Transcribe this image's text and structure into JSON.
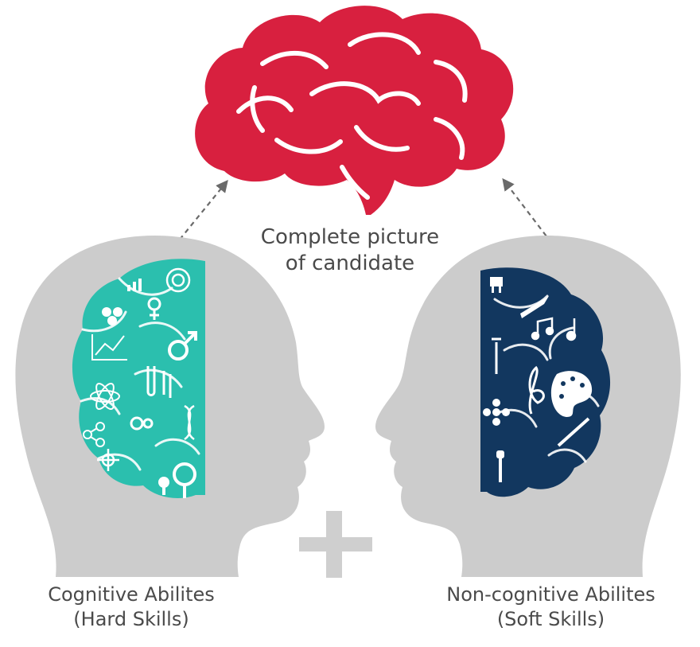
{
  "center_caption": {
    "line1": "Complete picture",
    "line2": "of candidate"
  },
  "left_caption": {
    "line1": "Cognitive Abilites",
    "line2": "(Hard Skills)"
  },
  "right_caption": {
    "line1": "Non-cognitive Abilites",
    "line2": "(Soft Skills)"
  },
  "colors": {
    "brain": "#d8203f",
    "head": "#cccccc",
    "hard_skills_brain": "#2bbfae",
    "soft_skills_brain": "#12375f",
    "arrow": "#6a6a6a",
    "plus": "#cfcfcf",
    "text": "#4a4a4a"
  },
  "icons": {
    "top": "brain-icon",
    "left_head": "head-profile-icon",
    "right_head": "head-profile-icon",
    "connector": "plus-icon",
    "hard_skills": [
      "wifi-signal-icon",
      "bar-chart-icon",
      "circles-icon",
      "female-symbol-icon",
      "line-graph-icon",
      "male-symbol-icon",
      "atom-icon",
      "dna-icon",
      "molecule-icon",
      "test-tube-icon",
      "gear-icon",
      "magnifier-icon",
      "flask-icon"
    ],
    "soft_skills": [
      "painting-easel-icon",
      "pen-nib-icon",
      "music-notes-icon",
      "treble-clef-icon",
      "paint-palette-icon",
      "paintbrush-icon",
      "flower-icon",
      "microphone-icon"
    ]
  }
}
